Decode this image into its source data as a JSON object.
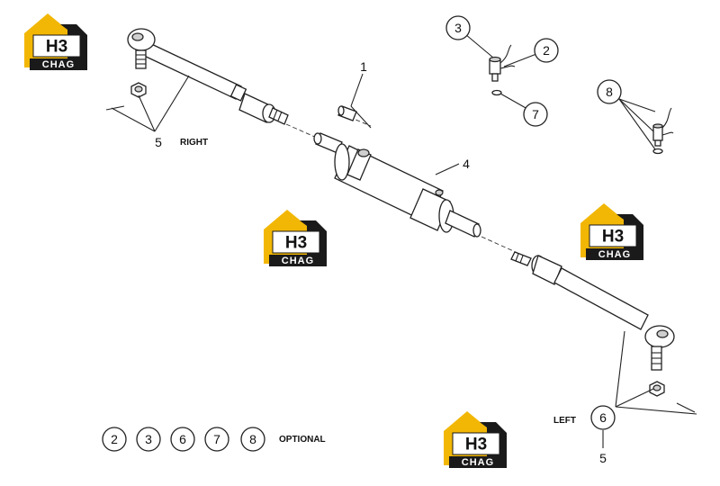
{
  "callouts": {
    "c1": "1",
    "c2": "2",
    "c3": "3",
    "c4": "4",
    "c5_right": "5",
    "c5_left": "5",
    "c6": "6",
    "c7": "7",
    "c8": "8"
  },
  "side_labels": {
    "right": "RIGHT",
    "left": "LEFT"
  },
  "optional": {
    "items": [
      "2",
      "3",
      "6",
      "7",
      "8"
    ],
    "label": "OPTIONAL"
  },
  "watermark": {
    "mark": "H3",
    "word": "CHAG"
  },
  "colors": {
    "logo_yellow": "#f2b705",
    "logo_dark": "#1a1a1a",
    "line": "#222222"
  }
}
